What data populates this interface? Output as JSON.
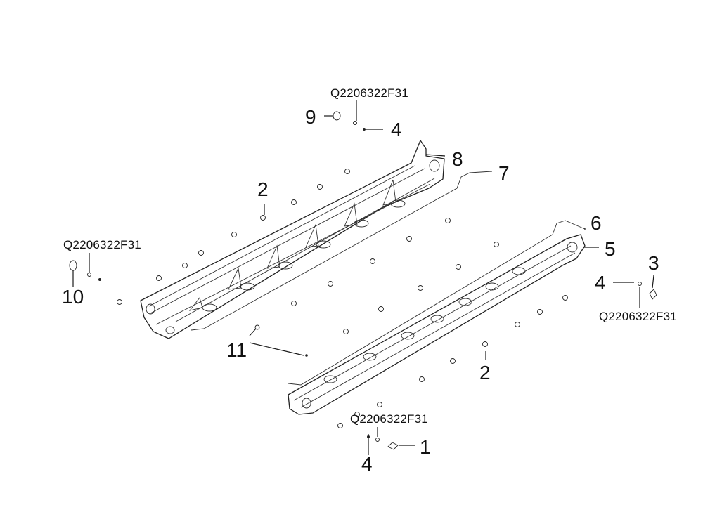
{
  "part_codes": {
    "top": "Q2206322F31",
    "left": "Q2206322F31",
    "right": "Q2206322F31",
    "bottom": "Q2206322F31"
  },
  "callouts": {
    "c1": "1",
    "c2_upper": "2",
    "c2_lower": "2",
    "c3": "3",
    "c4_top": "4",
    "c4_right": "4",
    "c4_bottom": "4",
    "c5": "5",
    "c6": "6",
    "c7": "7",
    "c8": "8",
    "c9": "9",
    "c10": "10",
    "c11": "11"
  }
}
